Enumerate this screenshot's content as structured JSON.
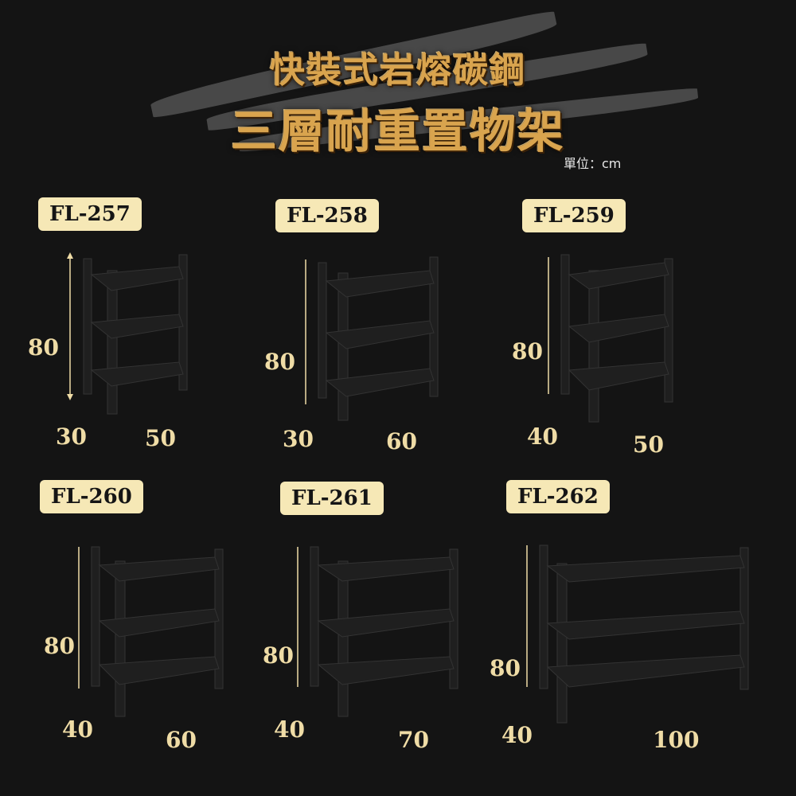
{
  "header": {
    "title_line1": "快裝式岩熔碳鋼",
    "title_line2": "三層耐重置物架",
    "unit_label": "單位：cm"
  },
  "products": [
    {
      "model": "FL-257",
      "height": "80",
      "depth": "30",
      "width": "50"
    },
    {
      "model": "FL-258",
      "height": "80",
      "depth": "30",
      "width": "60"
    },
    {
      "model": "FL-259",
      "height": "80",
      "depth": "40",
      "width": "50"
    },
    {
      "model": "FL-260",
      "height": "80",
      "depth": "40",
      "width": "60"
    },
    {
      "model": "FL-261",
      "height": "80",
      "depth": "40",
      "width": "70"
    },
    {
      "model": "FL-262",
      "height": "80",
      "depth": "40",
      "width": "100"
    }
  ],
  "colors": {
    "background": "#141414",
    "badge": "#f6e8b6",
    "dimension_text": "#efdca6",
    "title_gold": "#d9a44e"
  }
}
